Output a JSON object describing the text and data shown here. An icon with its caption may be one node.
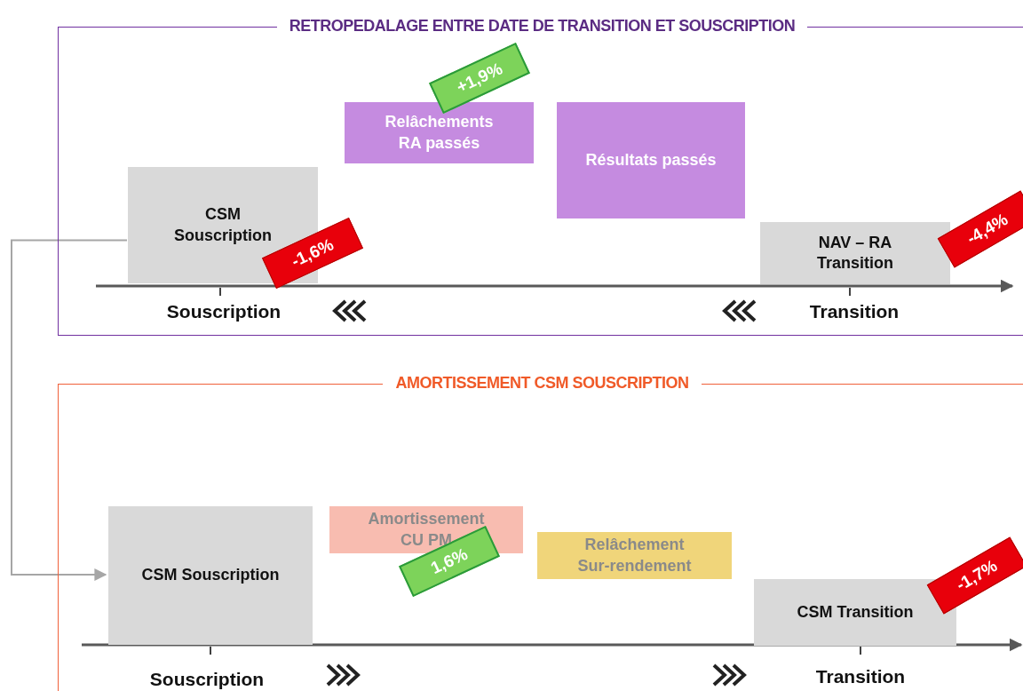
{
  "diagram": {
    "nodes": [
      {
        "text": [
          "RETROPEDALAGE ENTRE DATE DE TRANSITION ET SOUSCRIPTION"
        ]
      },
      {
        "text": [
          "CSM Souscription"
        ],
        "in": 0
      },
      {
        "text": [
          "Relâchements RA passés"
        ],
        "in": 0
      },
      {
        "text": [
          "Résultats passés"
        ],
        "in": 0
      },
      {
        "text": [
          "NAV – RA Transition"
        ],
        "in": 0
      },
      {
        "text": [
          "AMORTISSEMENT CSM SOUSCRIPTION"
        ]
      },
      {
        "text": [
          "CSM Souscription"
        ],
        "in": 5
      },
      {
        "text": [
          "Amortissement CU PM"
        ],
        "in": 5
      },
      {
        "text": [
          "Relâchement Sur-rendement"
        ],
        "in": 5
      },
      {
        "text": [
          "CSM Transition"
        ],
        "in": 5
      }
    ],
    "edges": [
      {
        "from": 1,
        "to": 6,
        "arrow": "to"
      }
    ],
    "labels": [
      "+1,9%",
      "-4,4%",
      "-1,6%",
      "Souscription",
      "Transition",
      "1,6%",
      "-1,7%",
      "Souscription",
      "Transition"
    ]
  }
}
